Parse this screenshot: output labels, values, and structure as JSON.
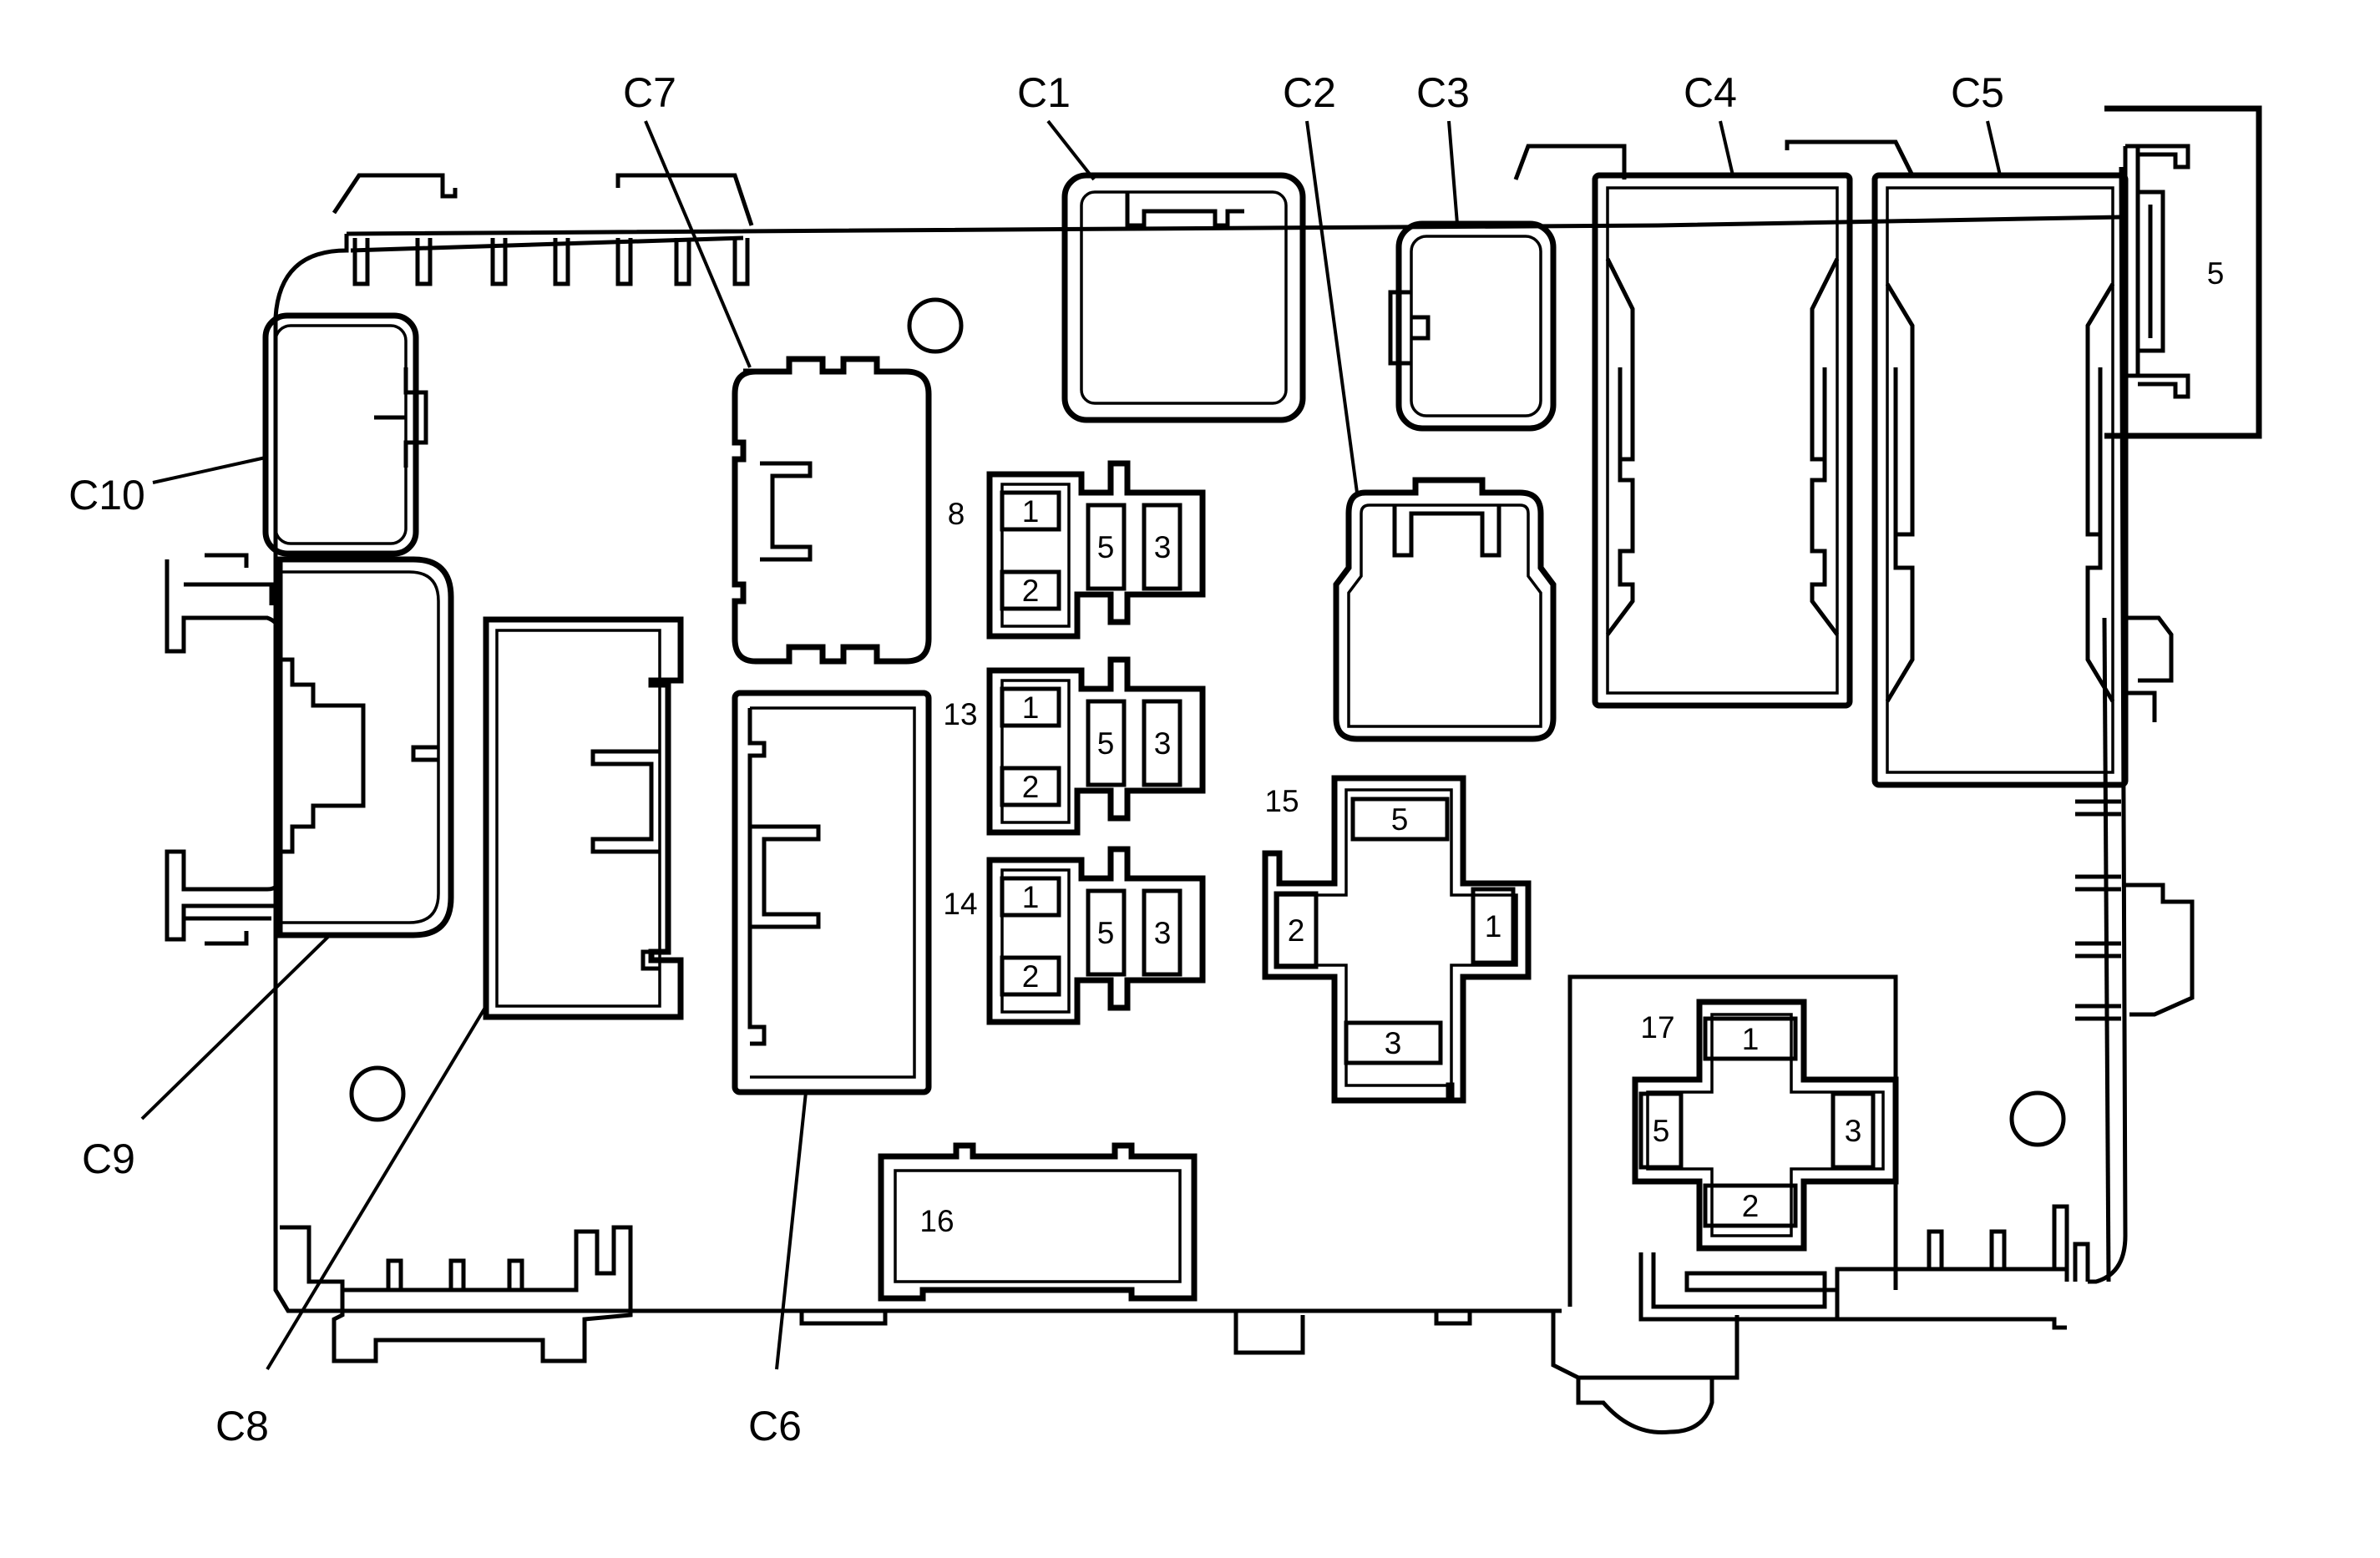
{
  "callouts": {
    "c1": "C1",
    "c2": "C2",
    "c3": "C3",
    "c4": "C4",
    "c5": "C5",
    "c6": "C6",
    "c7": "C7",
    "c8": "C8",
    "c9": "C9",
    "c10": "C10"
  },
  "positions": {
    "p5": "5",
    "p8": "8",
    "p13": "13",
    "p14": "14",
    "p15": "15",
    "p16": "16",
    "p17": "17"
  },
  "relay_8": {
    "t1": "1",
    "t2": "2",
    "t5": "5",
    "t3": "3"
  },
  "relay_13": {
    "t1": "1",
    "t2": "2",
    "t5": "5",
    "t3": "3"
  },
  "relay_14": {
    "t1": "1",
    "t2": "2",
    "t5": "5",
    "t3": "3"
  },
  "relay_15": {
    "t5": "5",
    "t2": "2",
    "t1": "1",
    "t3": "3"
  },
  "relay_17": {
    "t1": "1",
    "t5": "5",
    "t3": "3",
    "t2": "2"
  }
}
